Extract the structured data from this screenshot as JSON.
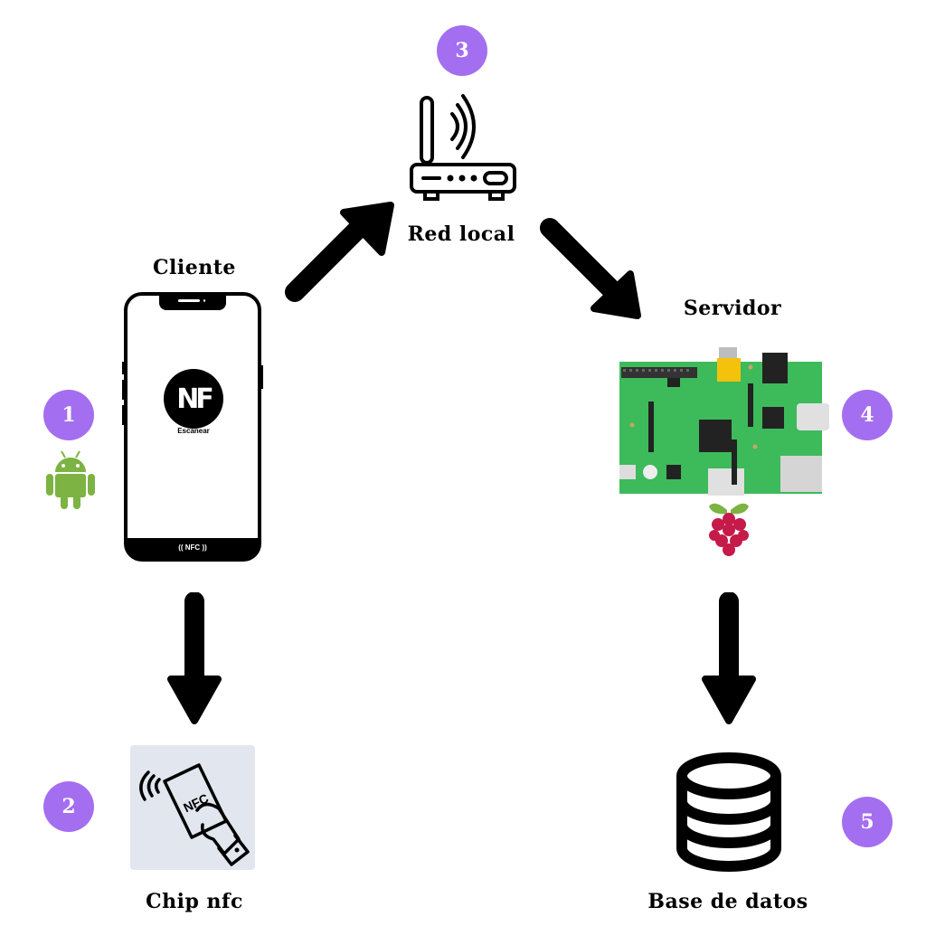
{
  "diagram": {
    "nodes": {
      "client": {
        "label": "Cliente",
        "step": "1",
        "app_label": "Escanear",
        "app_logo": "NF",
        "nfc_strip": "NFC",
        "platform_icon": "android-icon"
      },
      "chip": {
        "label": "Chip nfc",
        "step": "2",
        "card_text": "NFC"
      },
      "network": {
        "label": "Red local",
        "step": "3"
      },
      "server": {
        "label": "Servidor",
        "step": "4",
        "board_icon": "raspberry-pi-board",
        "brand_icon": "raspberry-pi-logo"
      },
      "database": {
        "label": "Base de datos",
        "step": "5"
      }
    },
    "edges": [
      {
        "from": "Cliente",
        "to": "Red local"
      },
      {
        "from": "Red local",
        "to": "Servidor"
      },
      {
        "from": "Cliente",
        "to": "Chip nfc"
      },
      {
        "from": "Servidor",
        "to": "Base de datos"
      }
    ],
    "colors": {
      "badge": "#a46ef0",
      "android": "#7cb342",
      "board": "#3dba5a",
      "raspberry": "#c51a4a"
    }
  }
}
